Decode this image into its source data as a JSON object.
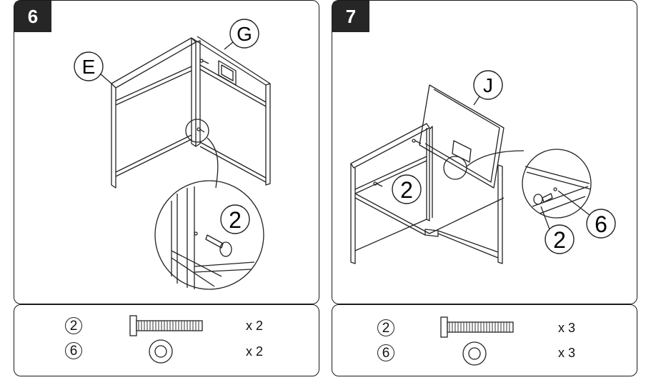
{
  "steps": [
    {
      "number": "6",
      "callouts": {
        "part_a": "E",
        "part_b": "G",
        "zoom_part": "2"
      },
      "parts": [
        {
          "id": "2",
          "icon": "bolt-icon",
          "qty": "x 2"
        },
        {
          "id": "6",
          "icon": "washer-icon",
          "qty": "x 2"
        }
      ]
    },
    {
      "number": "7",
      "callouts": {
        "part_a": "J",
        "frame_part": "2",
        "zoom_part_bolt": "2",
        "zoom_part_washer": "6"
      },
      "parts": [
        {
          "id": "2",
          "icon": "bolt-icon",
          "qty": "x 3"
        },
        {
          "id": "6",
          "icon": "washer-icon",
          "qty": "x 3"
        }
      ]
    }
  ]
}
